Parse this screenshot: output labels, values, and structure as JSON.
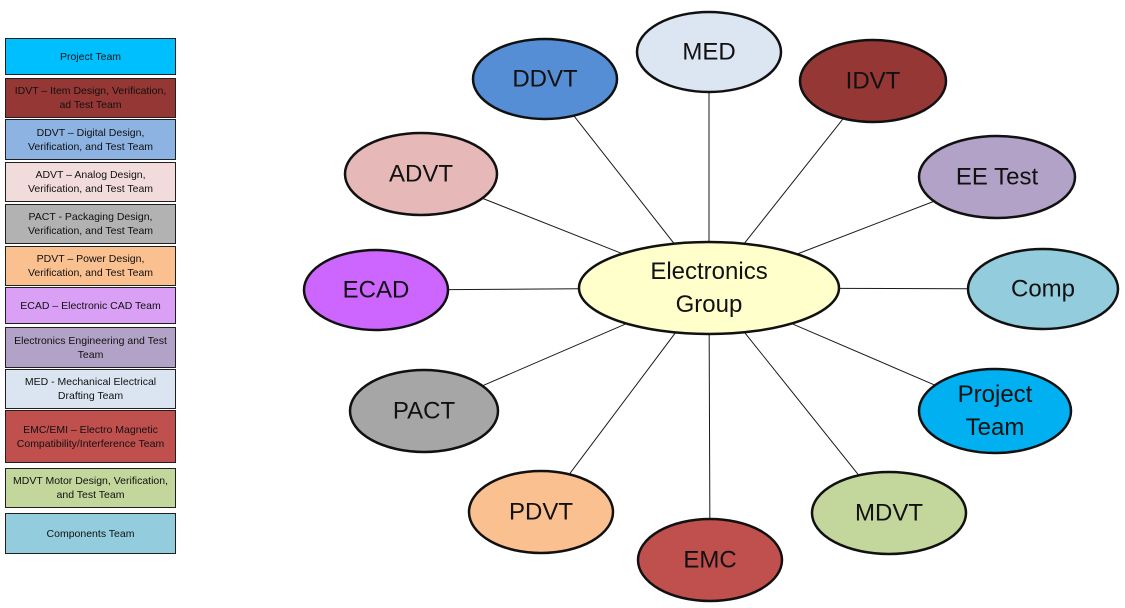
{
  "legend": [
    {
      "text": "Project Team",
      "color": "#00bfff"
    },
    {
      "text": "IDVT – Item Design, Verification, ad Test Team",
      "color": "#953735"
    },
    {
      "text": "DDVT – Digital Design, Verification, and Test Team",
      "color": "#8db3e2"
    },
    {
      "text": "ADVT – Analog Design, Verification, and Test Team",
      "color": "#f2dcdb"
    },
    {
      "text": "PACT - Packaging Design, Verification, and Test Team",
      "color": "#b2b2b2"
    },
    {
      "text": "PDVT – Power Design, Verification, and Test Team",
      "color": "#fac090"
    },
    {
      "text": "ECAD – Electronic CAD Team",
      "color": "#d9a0f5"
    },
    {
      "text": "Electronics Engineering and Test Team",
      "color": "#b3a2c7"
    },
    {
      "text": "MED - Mechanical Electrical Drafting Team",
      "color": "#dbe5f1"
    },
    {
      "text": "EMC/EMI – Electro Magnetic Compatibility/Interference Team",
      "color": "#c0504d"
    },
    {
      "text": "MDVT Motor Design, Verification, and Test Team",
      "color": "#c3d69b"
    },
    {
      "text": "Components Team",
      "color": "#93cddd"
    }
  ],
  "center": {
    "lines": [
      "Electronics",
      "Group"
    ],
    "color": "#ffffcc"
  },
  "nodes": [
    {
      "label": "MED",
      "color": "#dce6f2"
    },
    {
      "label": "IDVT",
      "color": "#953735"
    },
    {
      "label": "EE Test",
      "color": "#b3a2c7"
    },
    {
      "label": "Comp",
      "color": "#93cddd"
    },
    {
      "label": "Project Team",
      "color": "#00b0f0"
    },
    {
      "label": "MDVT",
      "color": "#c3d69b"
    },
    {
      "label": "EMC",
      "color": "#c0504d"
    },
    {
      "label": "PDVT",
      "color": "#fac090"
    },
    {
      "label": "PACT",
      "color": "#a6a6a6"
    },
    {
      "label": "ECAD",
      "color": "#cc66ff"
    },
    {
      "label": "ADVT",
      "color": "#e6b9b8"
    },
    {
      "label": "DDVT",
      "color": "#558ed5"
    }
  ]
}
